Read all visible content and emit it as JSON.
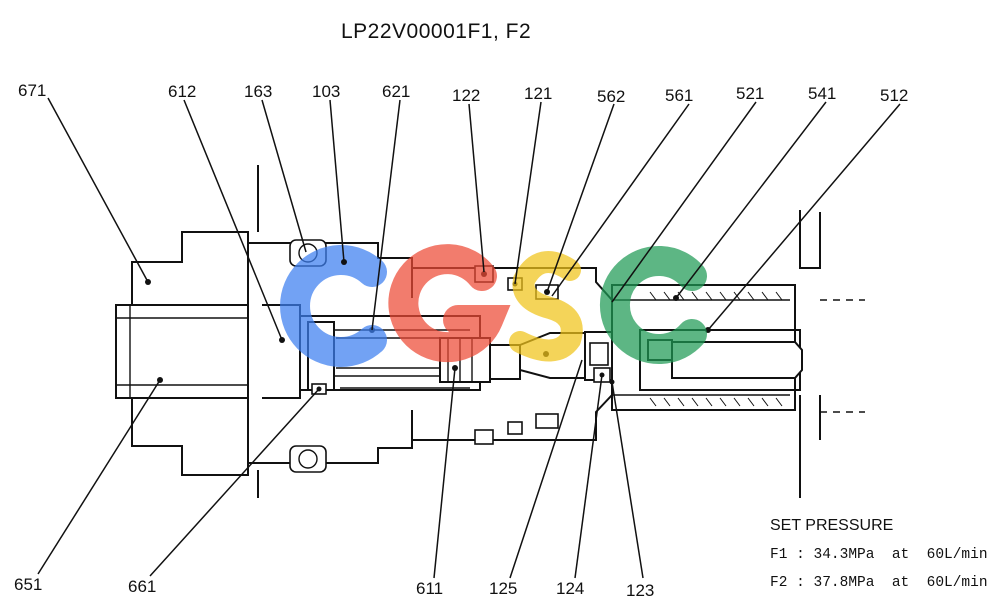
{
  "title": "LP22V00001F1, F2",
  "watermark": "CGSC",
  "spec": {
    "heading": "SET PRESSURE",
    "f1": "F1 : 34.3MPa  at  60L/min",
    "f2": "F2 : 37.8MPa  at  60L/min"
  },
  "labels": {
    "l671": "671",
    "l612": "612",
    "l163": "163",
    "l103": "103",
    "l621": "621",
    "l122": "122",
    "l121": "121",
    "l562": "562",
    "l561": "561",
    "l521": "521",
    "l541": "541",
    "l512": "512",
    "l651": "651",
    "l661": "661",
    "l611": "611",
    "l125": "125",
    "l124": "124",
    "l123": "123"
  },
  "colors": {
    "watermark_c1": "#3d7ff0",
    "watermark_g": "#ee4a36",
    "watermark_s": "#f1c41a",
    "watermark_c2": "#1f9a55"
  }
}
